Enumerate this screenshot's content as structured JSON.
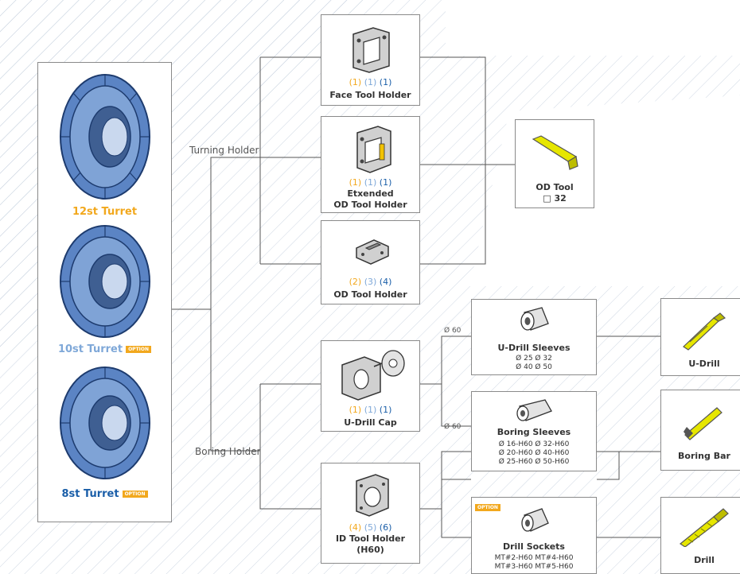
{
  "turrets": [
    {
      "label": "12st Turret",
      "color": "#f2a81d",
      "option": false
    },
    {
      "label": "10st Turret",
      "color": "#7fa8d8",
      "option": true
    },
    {
      "label": "8st Turret",
      "color": "#1a5ea8",
      "option": true
    }
  ],
  "option_badge": "OPTION",
  "branch_labels": {
    "turning": "Turning Holder",
    "boring": "Boring Holder",
    "d60_top": "Ø 60",
    "d60_bottom": "Ø 60"
  },
  "holders": {
    "face": {
      "counts": [
        "(1)",
        "(1)",
        "(1)"
      ],
      "title_lines": [
        "Face Tool Holder"
      ]
    },
    "ext_od": {
      "counts": [
        "(1)",
        "(1)",
        "(1)"
      ],
      "title_lines": [
        "Etxended",
        "OD Tool Holder"
      ]
    },
    "od": {
      "counts": [
        "(2)",
        "(3)",
        "(4)"
      ],
      "title_lines": [
        "OD Tool Holder"
      ]
    },
    "udcap": {
      "counts": [
        "(1)",
        "(1)",
        "(1)"
      ],
      "title_lines": [
        "U-Drill Cap"
      ]
    },
    "id": {
      "counts": [
        "(4)",
        "(5)",
        "(6)"
      ],
      "title_lines": [
        "ID Tool Holder",
        "(H60)"
      ]
    }
  },
  "od_tool": {
    "title": "OD Tool",
    "spec": "□ 32"
  },
  "sleeves": {
    "udrill": {
      "title": "U-Drill Sleeves",
      "rows": [
        "Ø 25   Ø 32",
        "Ø 40   Ø 50"
      ]
    },
    "boring": {
      "title": "Boring Sleeves",
      "rows": [
        "Ø 16-H60  Ø 32-H60",
        "Ø 20-H60  Ø 40-H60",
        "Ø 25-H60  Ø 50-H60"
      ]
    },
    "drill": {
      "title": "Drill Sockets",
      "rows": [
        "MT#2-H60  MT#4-H60",
        "MT#3-H60  MT#5-H60"
      ]
    }
  },
  "tools": {
    "udrill": "U-Drill",
    "boring_bar": "Boring Bar",
    "drill": "Drill"
  }
}
